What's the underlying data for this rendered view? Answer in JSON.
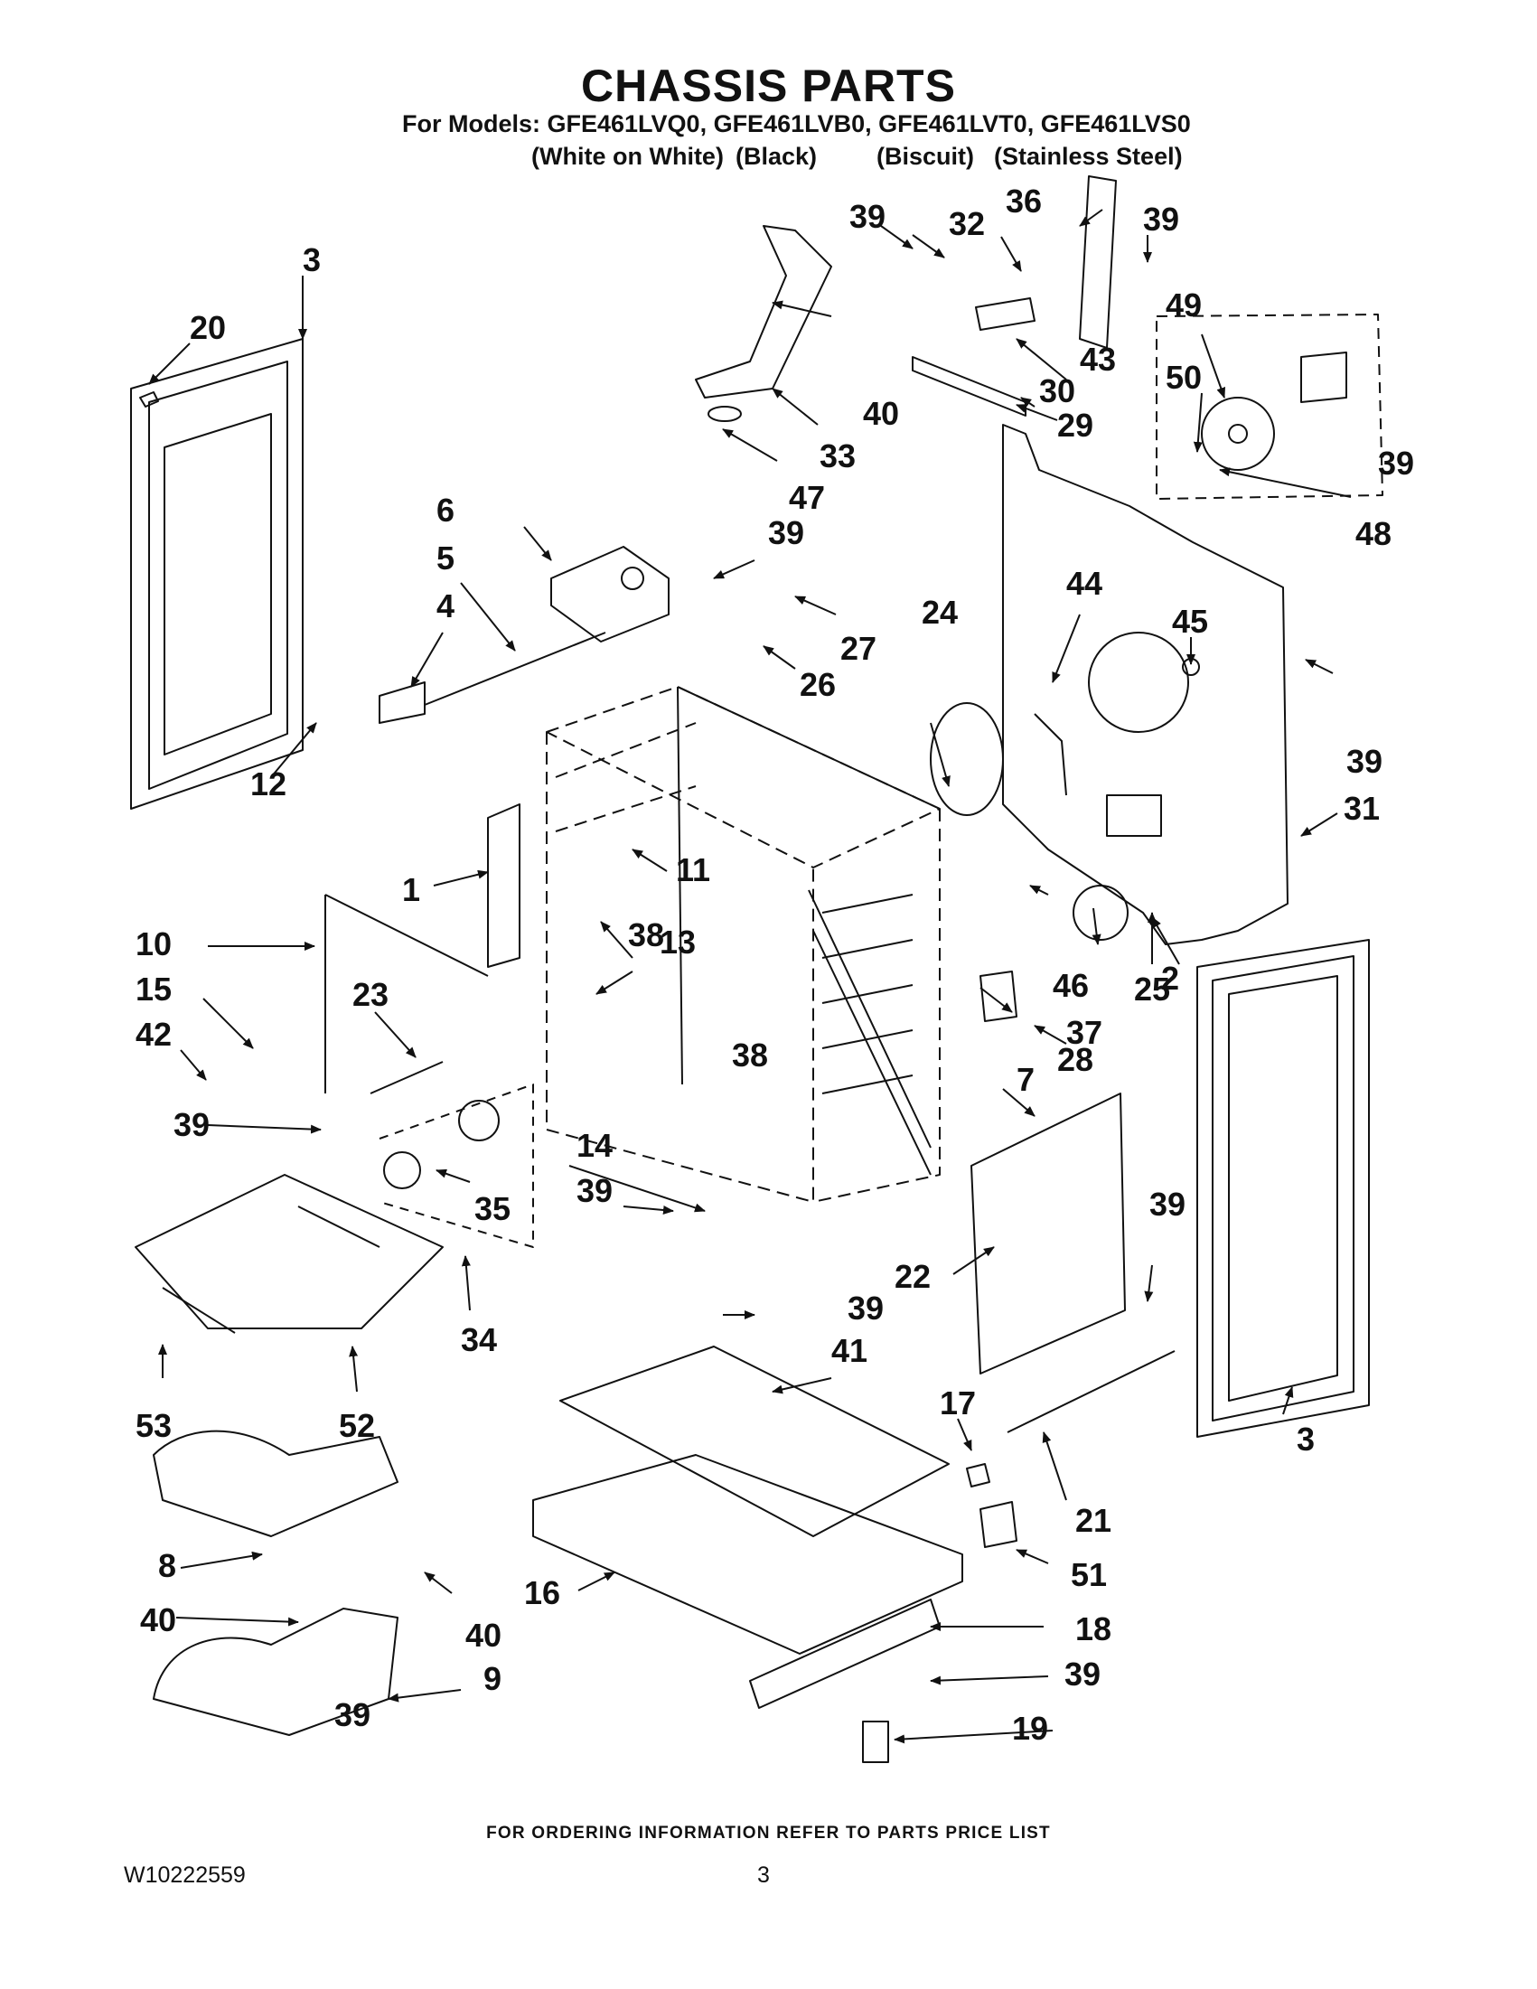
{
  "header": {
    "title": "CHASSIS PARTS",
    "models_line": "For Models: GFE461LVQ0, GFE461LVB0, GFE461LVT0, GFE461LVS0",
    "finishes": [
      "(White on White)",
      "(Black)",
      "(Biscuit)",
      "(Stainless Steel)"
    ]
  },
  "callouts": [
    "1",
    "2",
    "3",
    "3",
    "4",
    "5",
    "6",
    "7",
    "8",
    "9",
    "10",
    "11",
    "12",
    "13",
    "14",
    "15",
    "16",
    "17",
    "18",
    "19",
    "20",
    "21",
    "22",
    "23",
    "24",
    "25",
    "26",
    "27",
    "28",
    "29",
    "30",
    "31",
    "32",
    "33",
    "34",
    "35",
    "36",
    "37",
    "38",
    "38",
    "39",
    "39",
    "39",
    "39",
    "39",
    "39",
    "39",
    "39",
    "39",
    "39",
    "39",
    "39",
    "40",
    "40",
    "40",
    "41",
    "42",
    "43",
    "44",
    "45",
    "46",
    "47",
    "48",
    "49",
    "50",
    "51",
    "52",
    "53"
  ],
  "footer": {
    "ordering_note": "FOR ORDERING INFORMATION REFER TO PARTS PRICE LIST",
    "doc_number": "W10222559",
    "page_number": "3"
  }
}
